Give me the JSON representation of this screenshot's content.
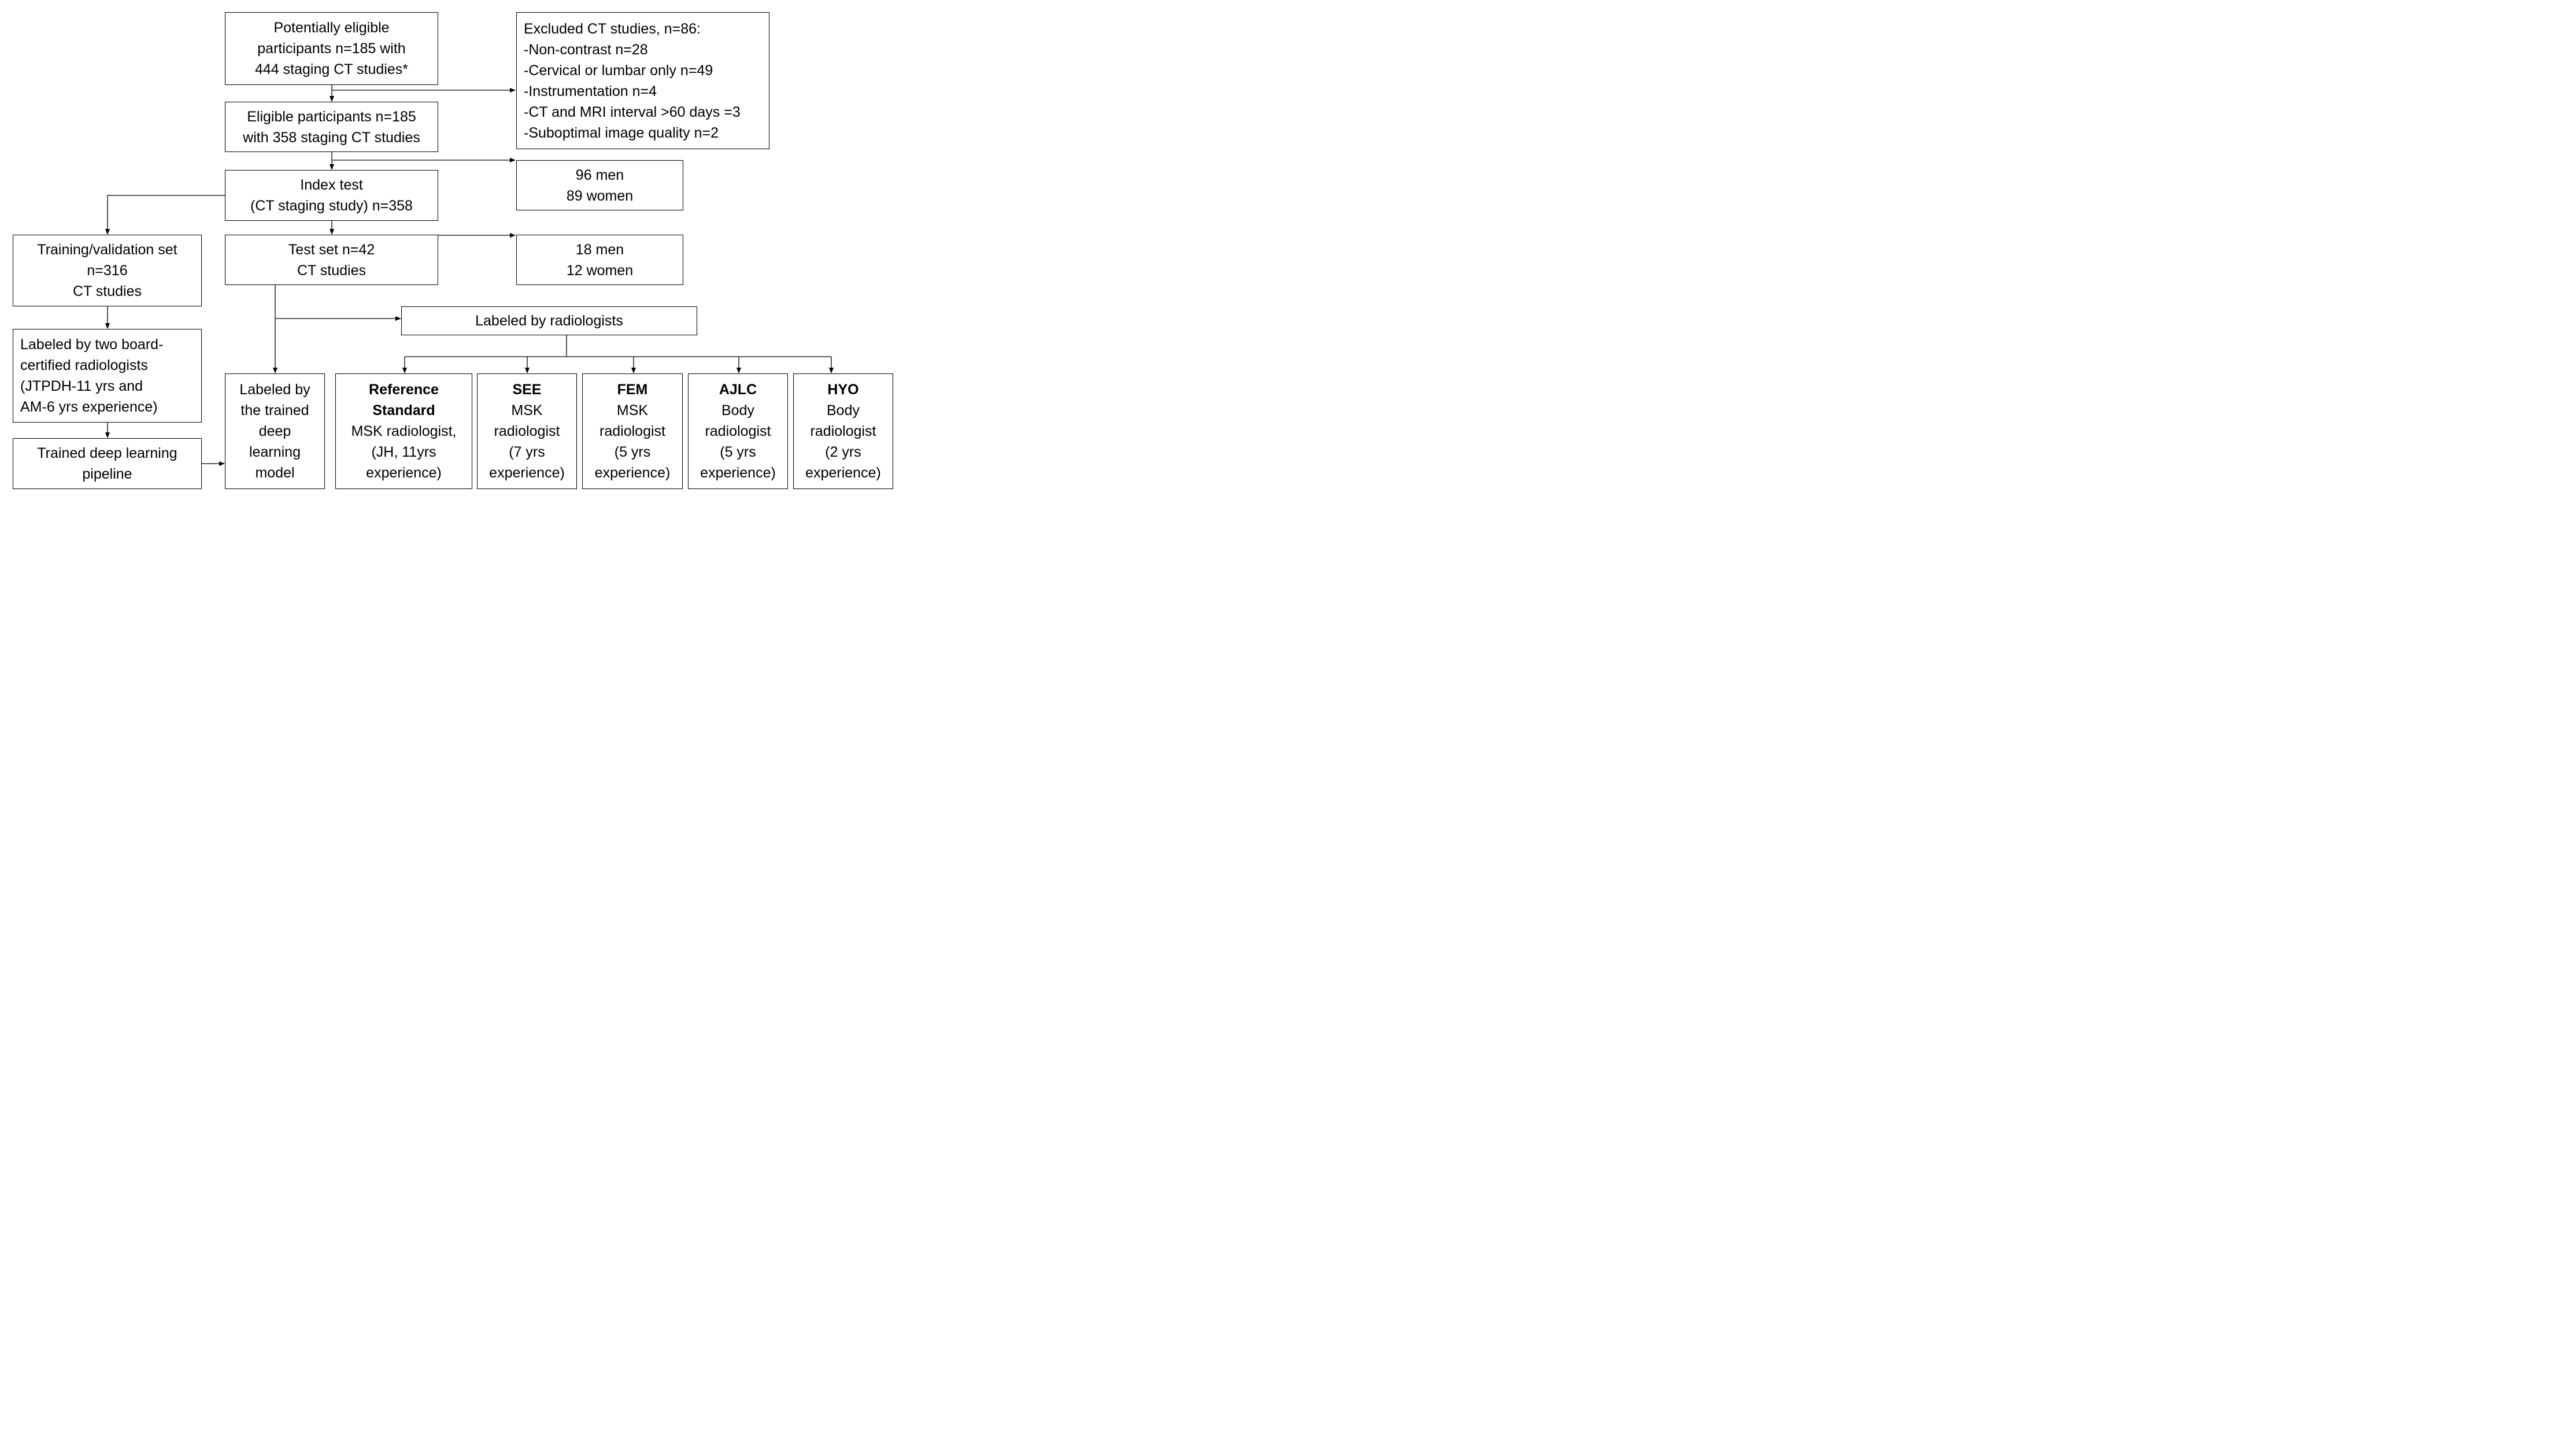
{
  "boxes": {
    "potentially_eligible": [
      "Potentially eligible",
      "participants n=185 with",
      "444 staging CT studies*"
    ],
    "excluded": [
      "Excluded CT studies, n=86:",
      "-Non-contrast n=28",
      "-Cervical or lumbar only n=49",
      "-Instrumentation n=4",
      "-CT and MRI interval >60 days =3",
      "-Suboptimal image quality n=2"
    ],
    "eligible": [
      "Eligible participants n=185",
      "with 358 staging CT studies"
    ],
    "sex_all": [
      "96 men",
      "89 women"
    ],
    "index_test": [
      "Index test",
      "(CT staging study) n=358"
    ],
    "training": [
      "Training/validation set",
      "n=316",
      "CT studies"
    ],
    "test_set": [
      "Test set n=42",
      "CT studies"
    ],
    "sex_test": [
      "18 men",
      "12 women"
    ],
    "labeled_radiologists": [
      "Labeled by radiologists"
    ],
    "labeled_two": [
      "Labeled by two board-",
      "certified radiologists",
      "(JTPDH-11 yrs and",
      "AM-6 yrs experience)"
    ],
    "trained_pipeline": [
      "Trained deep learning",
      "pipeline"
    ],
    "labeled_model": [
      "Labeled by",
      "the trained",
      "deep",
      "learning",
      "model"
    ],
    "reference": {
      "bold": [
        "Reference",
        "Standard"
      ],
      "lines": [
        "MSK radiologist,",
        "(JH, 11yrs",
        "experience)"
      ]
    },
    "see": {
      "bold": [
        "SEE"
      ],
      "lines": [
        "MSK",
        "radiologist",
        "(7 yrs",
        "experience)"
      ]
    },
    "fem": {
      "bold": [
        "FEM"
      ],
      "lines": [
        "MSK",
        "radiologist",
        "(5 yrs",
        "experience)"
      ]
    },
    "ajlc": {
      "bold": [
        "AJLC"
      ],
      "lines": [
        "Body",
        "radiologist",
        "(5 yrs",
        "experience)"
      ]
    },
    "hyo": {
      "bold": [
        "HYO"
      ],
      "lines": [
        "Body",
        "radiologist",
        "(2 yrs",
        "experience)"
      ]
    }
  }
}
